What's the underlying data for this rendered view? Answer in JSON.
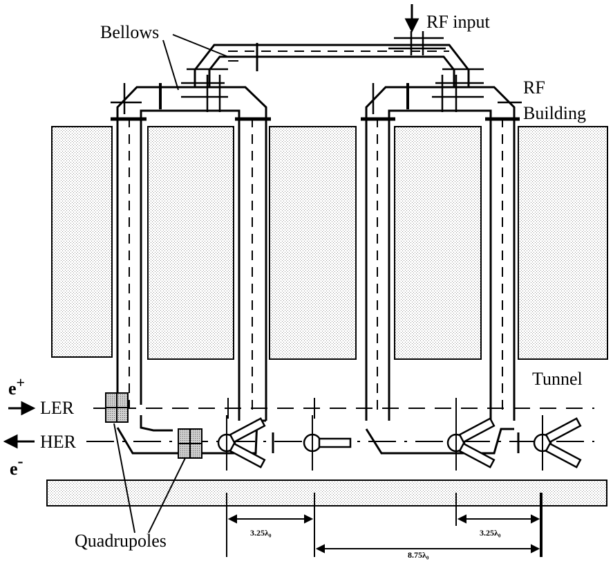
{
  "labels": {
    "bellows": "Bellows",
    "rf_input": "RF input",
    "rf_building_line1": "RF",
    "rf_building_line2": "Building",
    "tunnel": "Tunnel",
    "ler": "LER",
    "her": "HER",
    "e_plus": "e",
    "e_plus_sup": "+",
    "e_minus": "e",
    "e_minus_sup": "-",
    "quadrupoles": "Quadrupoles"
  },
  "dimensions": {
    "left": "3.25λ₀",
    "middle": "8.75λ₀",
    "right": "3.25λ₀"
  },
  "colors": {
    "ink": "#000000",
    "stipple": "#c8c8c8",
    "paper": "#ffffff"
  }
}
